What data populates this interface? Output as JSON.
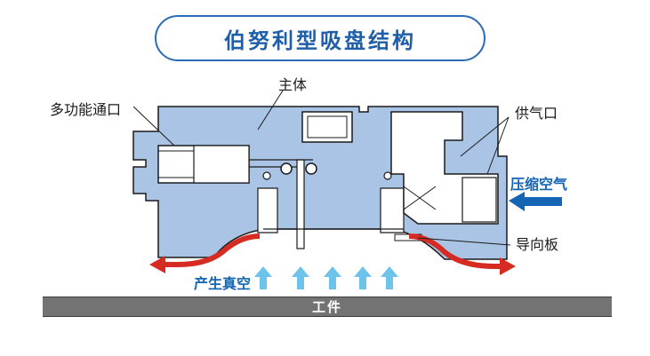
{
  "title": "伯努利型吸盘结构",
  "labels": {
    "body": "主体",
    "multi_port": "多功能通口",
    "supply_port": "供气口",
    "compressed_air": "压缩空气",
    "guide_plate": "导向板",
    "vacuum": "产生真空",
    "workpiece": "工件"
  },
  "colors": {
    "body_fill": "#a9c4e4",
    "outline": "#1a1a1a",
    "title_blue": "#1f5ea8",
    "air_blue": "#1565b5",
    "flow_red": "#d62b23",
    "vacuum_arrow": "#6ec3ea",
    "workpiece": "#737373"
  }
}
